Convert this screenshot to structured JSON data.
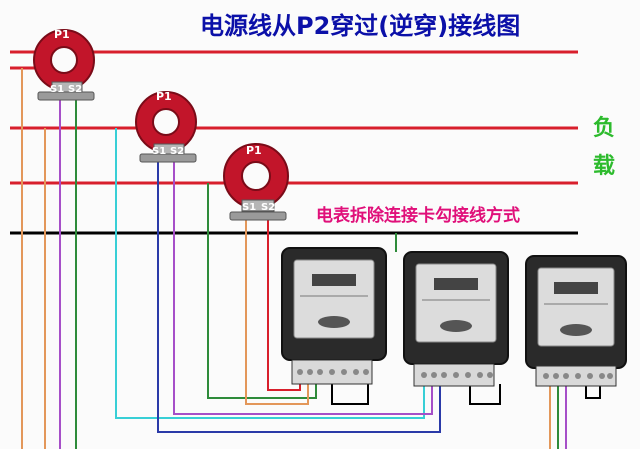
{
  "title": "电源线从P2穿过(逆穿)接线图",
  "load_label": {
    "char1": "负",
    "char2": "载"
  },
  "subtitle": "电表拆除连接卡勾接线方式",
  "ct_labels": {
    "p1": "P1",
    "s1": "S1",
    "s2": "S2"
  },
  "colors": {
    "title": "#0b10a8",
    "subtitle": "#e0107a",
    "load": "#2dbb2d",
    "phase_line": "#d81f2c",
    "neutral_line": "#000000",
    "ct_body": "#c2152a",
    "meter_body": "#2a2a2a",
    "wire_orange": "#e3975a",
    "wire_purple": "#a64fc8",
    "wire_green": "#2e8b3a",
    "wire_cyan": "#38cfd6",
    "wire_blue": "#2a3aa8"
  }
}
